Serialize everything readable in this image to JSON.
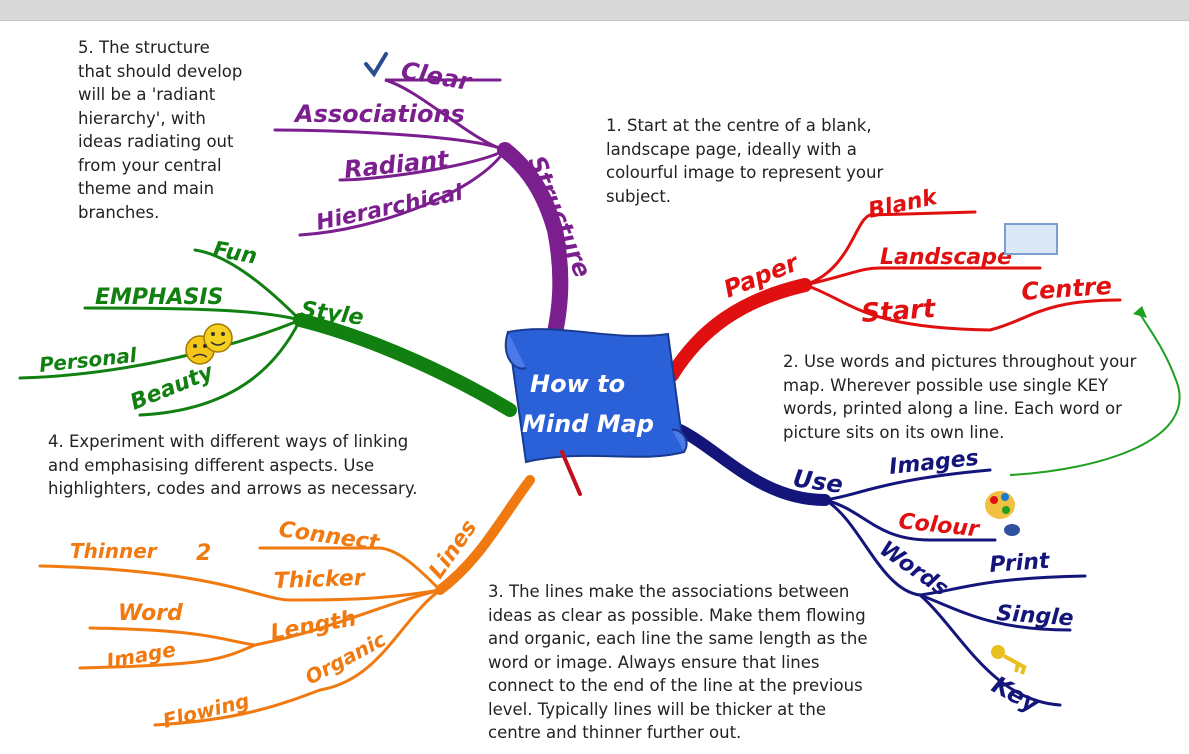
{
  "center": {
    "title_line1": "How to",
    "title_line2": "Mind Map"
  },
  "notes": {
    "n1": "1. Start at the centre of a blank,\nlandscape page, ideally with a\ncolourful image to represent your\nsubject.",
    "n2": "2. Use words and pictures throughout your\nmap. Wherever possible use single KEY\nwords, printed along a line. Each word or\npicture sits on its own line.",
    "n3": "3. The lines make the associations between\nideas as clear as possible. Make them flowing\nand organic, each line the same length as the\nword or image. Always ensure that lines\nconnect to the end of the line at the previous\nlevel. Typically lines will be thicker at the\ncentre and thinner further out.",
    "n4": "4. Experiment with different ways of linking\nand emphasising different aspects. Use\nhighlighters, codes and arrows as necessary.",
    "n5": "5. The structure\nthat should develop\nwill be a 'radiant\nhierarchy', with\nideas radiating out\nfrom your central\ntheme and main\nbranches."
  },
  "branches": {
    "structure": {
      "label": "Structure",
      "color": "#7b1f8f",
      "children": [
        "Clear",
        "Associations",
        "Radiant",
        "Hierarchical"
      ]
    },
    "paper": {
      "label": "Paper",
      "color": "#e01010",
      "children": [
        "Blank",
        "Landscape",
        "Start",
        "Centre"
      ]
    },
    "use": {
      "label": "Use",
      "color": "#14157a",
      "children": [
        "Images",
        "Colour",
        "Words",
        "Print",
        "Single",
        "Key"
      ]
    },
    "lines": {
      "label": "Lines",
      "color": "#f07a10",
      "children": [
        "Connect",
        "Thicker",
        "Thinner",
        "2",
        "Length",
        "Word",
        "Image",
        "Organic",
        "Flowing"
      ]
    },
    "style": {
      "label": "Style",
      "color": "#118011",
      "children": [
        "Fun",
        "EMPHASIS",
        "Personal",
        "Beauty"
      ]
    }
  },
  "icons": [
    "checkmark-icon",
    "landscape-page-icon",
    "smiley-faces-icon",
    "paint-palette-icon",
    "key-icon",
    "pen-icon",
    "arrow-icon"
  ]
}
